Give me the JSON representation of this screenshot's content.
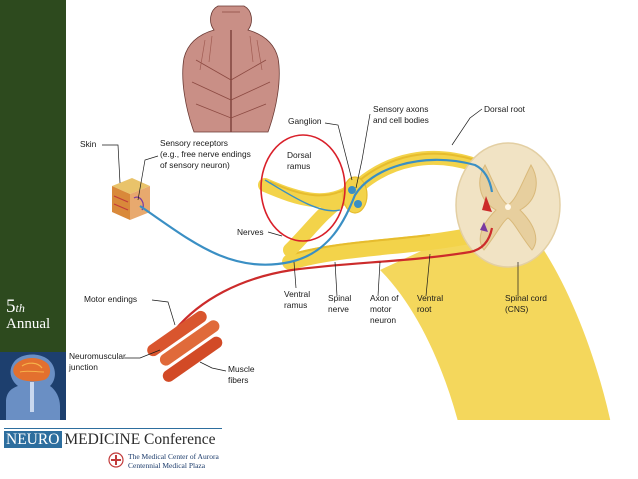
{
  "sidebar": {
    "edition_number": "5",
    "edition_suffix": "th",
    "edition_word": "Annual"
  },
  "branding": {
    "conference_prefix": "NEURO",
    "conference_rest": "MEDICINE Conference",
    "org_line1": "The Medical Center of Aurora",
    "org_line2": "Centennial Medical Plaza",
    "accent_color": "#2d6e9e",
    "sidebar_color": "#2d4a1e"
  },
  "diagram": {
    "labels": {
      "skin": "Skin",
      "sensory_receptors_1": "Sensory receptors",
      "sensory_receptors_2": "(e.g., free nerve endings",
      "sensory_receptors_3": "of sensory neuron)",
      "ganglion": "Ganglion",
      "sensory_axons_1": "Sensory axons",
      "sensory_axons_2": "and cell bodies",
      "dorsal_root": "Dorsal root",
      "dorsal_ramus_1": "Dorsal",
      "dorsal_ramus_2": "ramus",
      "nerves": "Nerves",
      "motor_endings": "Motor endings",
      "ventral_ramus_1": "Ventral",
      "ventral_ramus_2": "ramus",
      "spinal_nerve_1": "Spinal",
      "spinal_nerve_2": "nerve",
      "axon_motor_1": "Axon of",
      "axon_motor_2": "motor",
      "axon_motor_3": "neuron",
      "ventral_root_1": "Ventral",
      "ventral_root_2": "root",
      "spinal_cord_1": "Spinal cord",
      "spinal_cord_2": "(CNS)",
      "nmj_1": "Neuromuscular",
      "nmj_2": "junction",
      "muscle_1": "Muscle",
      "muscle_2": "fibers"
    },
    "colors": {
      "sensory_neuron": "#3a8fc4",
      "motor_neuron": "#cc2b2b",
      "nerve_sheath": "#f3d34a",
      "spinal_cord": "#f1e3c4",
      "highlight_circle": "#d9202a"
    }
  }
}
